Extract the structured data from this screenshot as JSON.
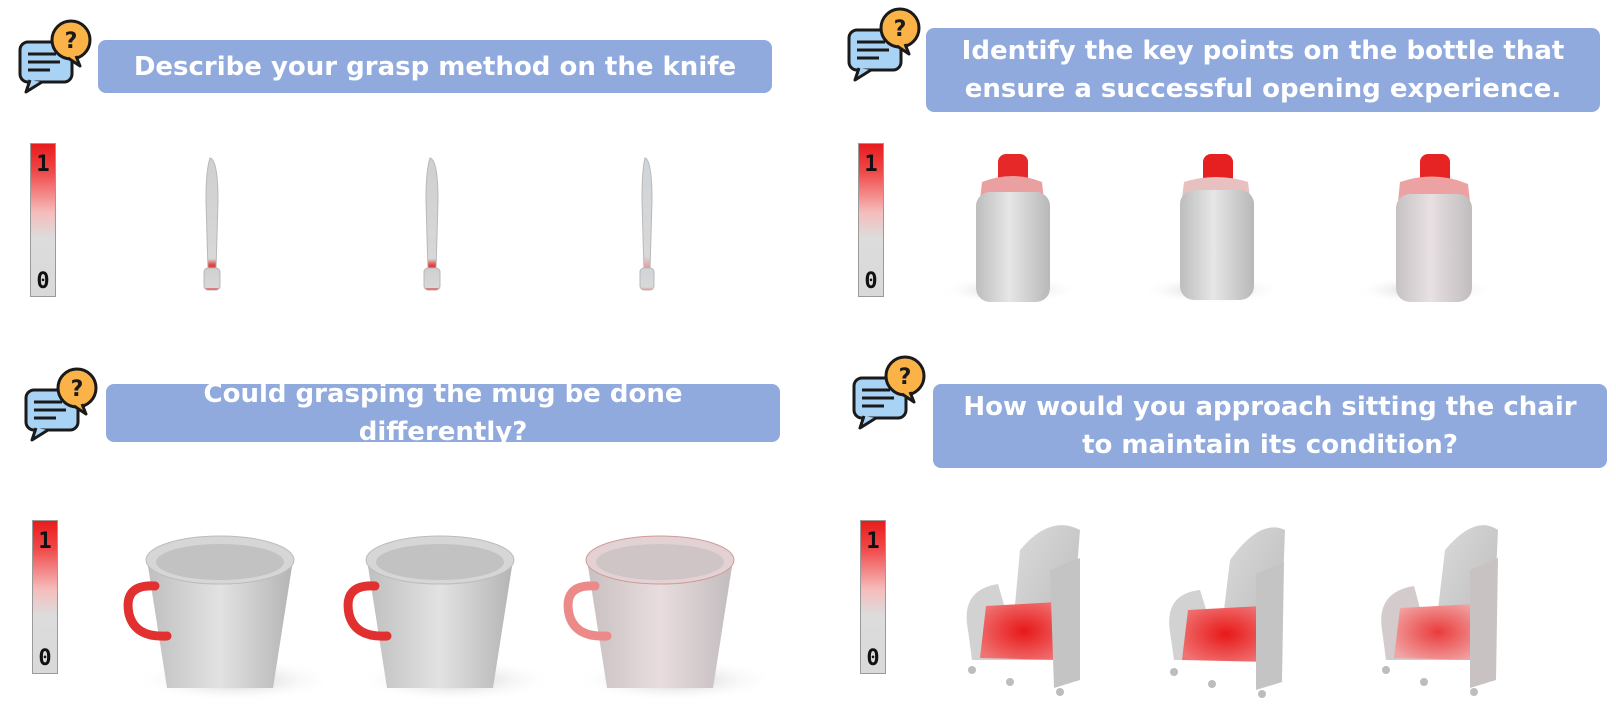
{
  "panels": [
    {
      "object": "knife",
      "question": "Describe your grasp method on the knife",
      "scale_max": "1",
      "scale_min": "0"
    },
    {
      "object": "bottle",
      "question": "Identify the key points on the bottle that ensure a successful opening experience.",
      "scale_max": "1",
      "scale_min": "0"
    },
    {
      "object": "mug",
      "question": "Could grasping the mug be done differently?",
      "scale_max": "1",
      "scale_min": "0"
    },
    {
      "object": "chair",
      "question": "How would you approach sitting the chair to maintain its condition?",
      "scale_max": "1",
      "scale_min": "0"
    }
  ],
  "colors": {
    "question_bg": "#91aade",
    "bubble_fill": "#fbb347",
    "highlight": "#e82020",
    "points": "#d4d4d4"
  },
  "icons": [
    "chat-question-icon"
  ]
}
